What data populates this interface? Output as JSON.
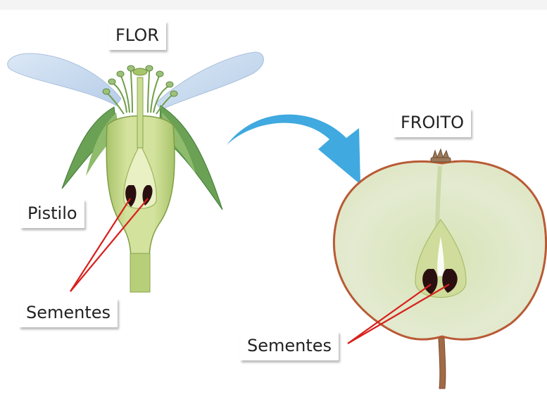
{
  "labels": {
    "flower_title": "FLOR",
    "fruit_title": "FROITO",
    "pistil": "Pistilo",
    "flower_seeds": "Sementes",
    "fruit_seeds": "Sementes"
  },
  "colors": {
    "petal": "#c9dcf0",
    "sepal": "#5f9a4e",
    "ovary": "#c8dc8a",
    "seed": "#2a0f10",
    "arrow": "#3fa9e0",
    "leader_line": "#d8201c",
    "fruit_flesh": "#e2eacc",
    "fruit_skin": "#b95a35",
    "stem": "#a26b45"
  }
}
